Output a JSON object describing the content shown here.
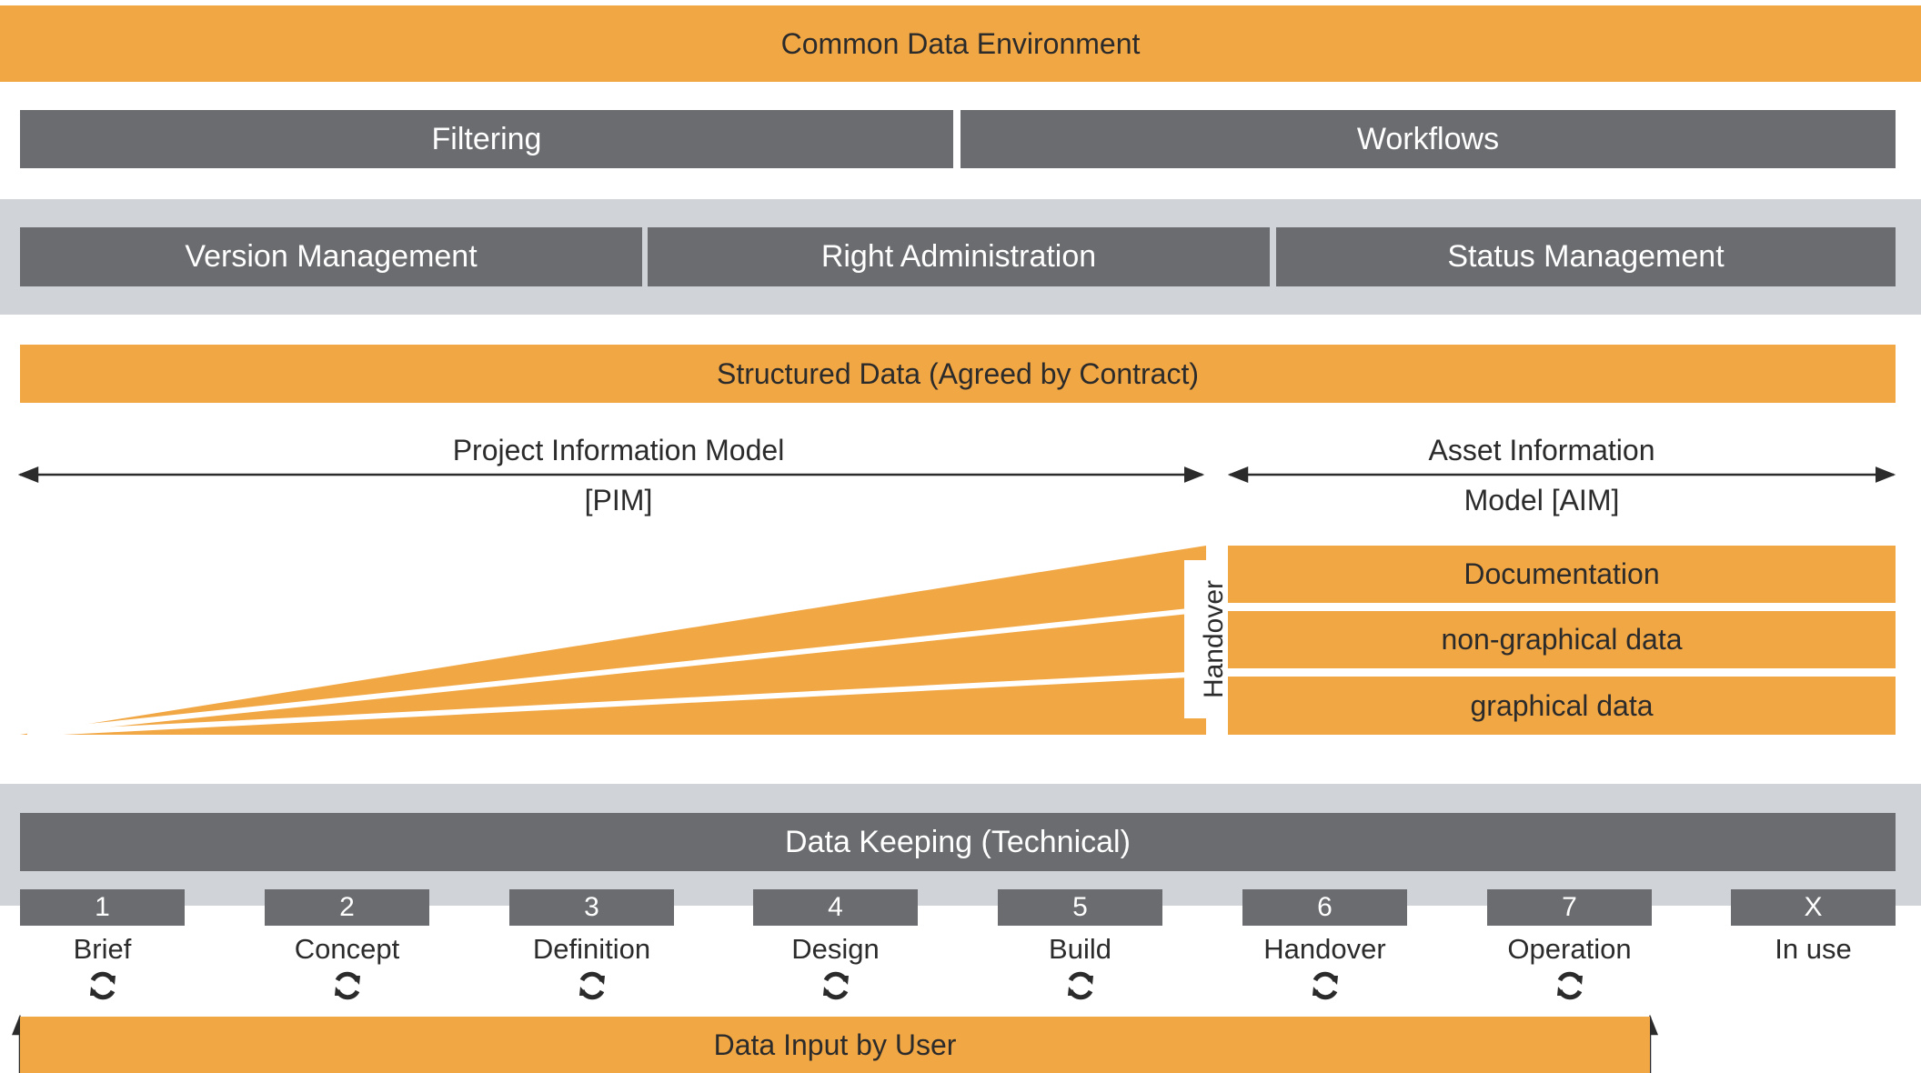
{
  "cde": {
    "title": "Common Data Environment"
  },
  "top_row": {
    "filtering": "Filtering",
    "workflows": "Workflows"
  },
  "management_row": {
    "version": "Version Management",
    "rights": "Right Administration",
    "status": "Status Management"
  },
  "structured_data": "Structured Data (Agreed by Contract)",
  "pim": {
    "line1": "Project Information Model",
    "line2": "[PIM]"
  },
  "aim": {
    "line1": "Asset Information",
    "line2": "Model [AIM]"
  },
  "handover_label": "Handover",
  "aim_layers": [
    "Documentation",
    "non-graphical data",
    "graphical data"
  ],
  "data_keeping": "Data Keeping (Technical)",
  "stages": [
    {
      "num": "1",
      "name": "Brief",
      "cycle_icon": true
    },
    {
      "num": "2",
      "name": "Concept",
      "cycle_icon": true
    },
    {
      "num": "3",
      "name": "Definition",
      "cycle_icon": true
    },
    {
      "num": "4",
      "name": "Design",
      "cycle_icon": true
    },
    {
      "num": "5",
      "name": "Build",
      "cycle_icon": true
    },
    {
      "num": "6",
      "name": "Handover",
      "cycle_icon": true
    },
    {
      "num": "7",
      "name": "Operation",
      "cycle_icon": true
    },
    {
      "num": "X",
      "name": "In use",
      "cycle_icon": false
    }
  ],
  "data_input": "Data Input by User",
  "colors": {
    "orange": "#f2a745",
    "dark_gray": "#6a6c6f",
    "light_gray": "#d0d3d7"
  }
}
